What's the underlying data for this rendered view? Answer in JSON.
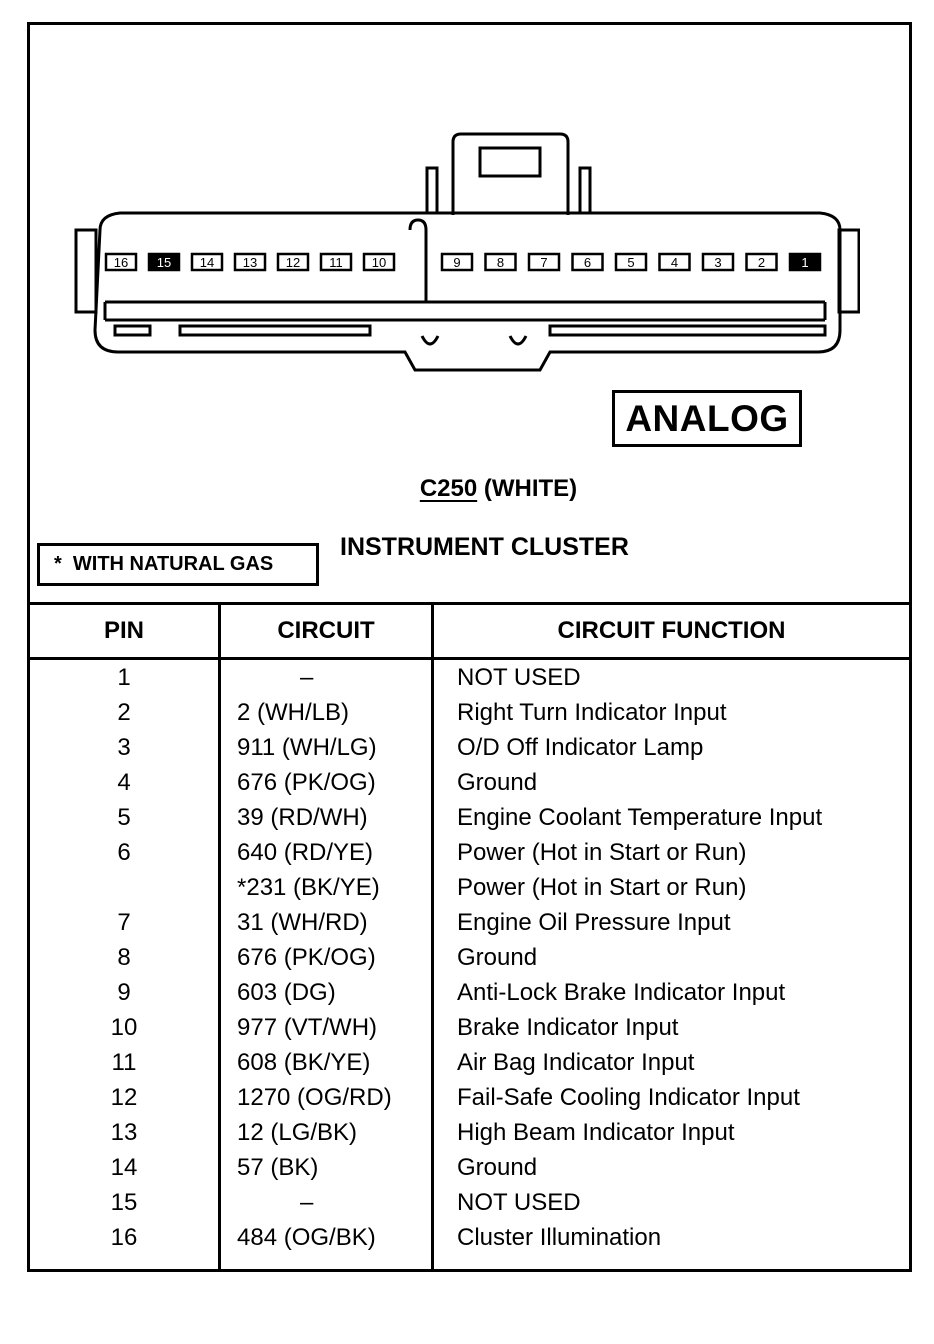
{
  "diagram": {
    "label_box": "ANALOG",
    "connector_id": "C250",
    "connector_color": "(WHITE)",
    "component": "INSTRUMENT CLUSTER",
    "note": "*  WITH NATURAL GAS",
    "pins_left": [
      "16",
      "15",
      "14",
      "13",
      "12",
      "11",
      "10"
    ],
    "pins_right": [
      "9",
      "8",
      "7",
      "6",
      "5",
      "4",
      "3",
      "2",
      "1"
    ],
    "filled_pins": [
      "15",
      "1"
    ]
  },
  "table": {
    "headers": {
      "pin": "PIN",
      "circuit": "CIRCUIT",
      "function": "CIRCUIT FUNCTION"
    },
    "rows": [
      {
        "pin": "1",
        "circuit": "–",
        "function": "NOT USED"
      },
      {
        "pin": "2",
        "circuit": "2 (WH/LB)",
        "function": "Right Turn Indicator Input"
      },
      {
        "pin": "3",
        "circuit": "911 (WH/LG)",
        "function": "O/D Off Indicator Lamp"
      },
      {
        "pin": "4",
        "circuit": "676 (PK/OG)",
        "function": "Ground"
      },
      {
        "pin": "5",
        "circuit": "39 (RD/WH)",
        "function": "Engine Coolant Temperature Input"
      },
      {
        "pin": "6",
        "circuit": "640 (RD/YE)",
        "function": "Power (Hot in Start or Run)"
      },
      {
        "pin": "",
        "circuit": "*231 (BK/YE)",
        "function": "Power (Hot in Start or Run)"
      },
      {
        "pin": "7",
        "circuit": "31 (WH/RD)",
        "function": "Engine Oil Pressure Input"
      },
      {
        "pin": "8",
        "circuit": "676 (PK/OG)",
        "function": "Ground"
      },
      {
        "pin": "9",
        "circuit": "603 (DG)",
        "function": "Anti-Lock Brake Indicator Input"
      },
      {
        "pin": "10",
        "circuit": "977 (VT/WH)",
        "function": "Brake Indicator Input"
      },
      {
        "pin": "11",
        "circuit": "608 (BK/YE)",
        "function": "Air Bag Indicator Input"
      },
      {
        "pin": "12",
        "circuit": "1270 (OG/RD)",
        "function": "Fail-Safe Cooling Indicator Input"
      },
      {
        "pin": "13",
        "circuit": "12 (LG/BK)",
        "function": "High Beam Indicator Input"
      },
      {
        "pin": "14",
        "circuit": "57 (BK)",
        "function": "Ground"
      },
      {
        "pin": "15",
        "circuit": "–",
        "function": "NOT USED"
      },
      {
        "pin": "16",
        "circuit": "484 (OG/BK)",
        "function": "Cluster Illumination"
      }
    ]
  }
}
